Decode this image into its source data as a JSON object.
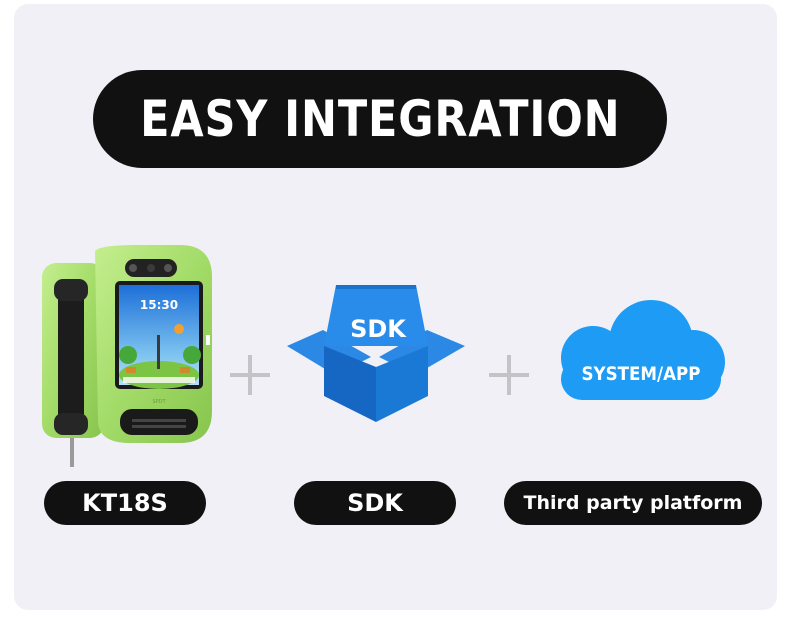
{
  "headline": "EASY INTEGRATION",
  "device": {
    "clock": "15:30",
    "brand_mark": "SPDT",
    "label": "KT18S"
  },
  "sdk": {
    "box_text": "SDK",
    "label": "SDK"
  },
  "platform": {
    "cloud_text": "SYSTEM/APP",
    "label": "Third party platform"
  },
  "colors": {
    "card_background": "#f0f0f6",
    "pill_background": "#111111",
    "device_green": "#a8df6e",
    "box_blue": "#1b77d2",
    "cloud_blue": "#1e9bf4",
    "plus_gray": "#c4c4c8"
  }
}
